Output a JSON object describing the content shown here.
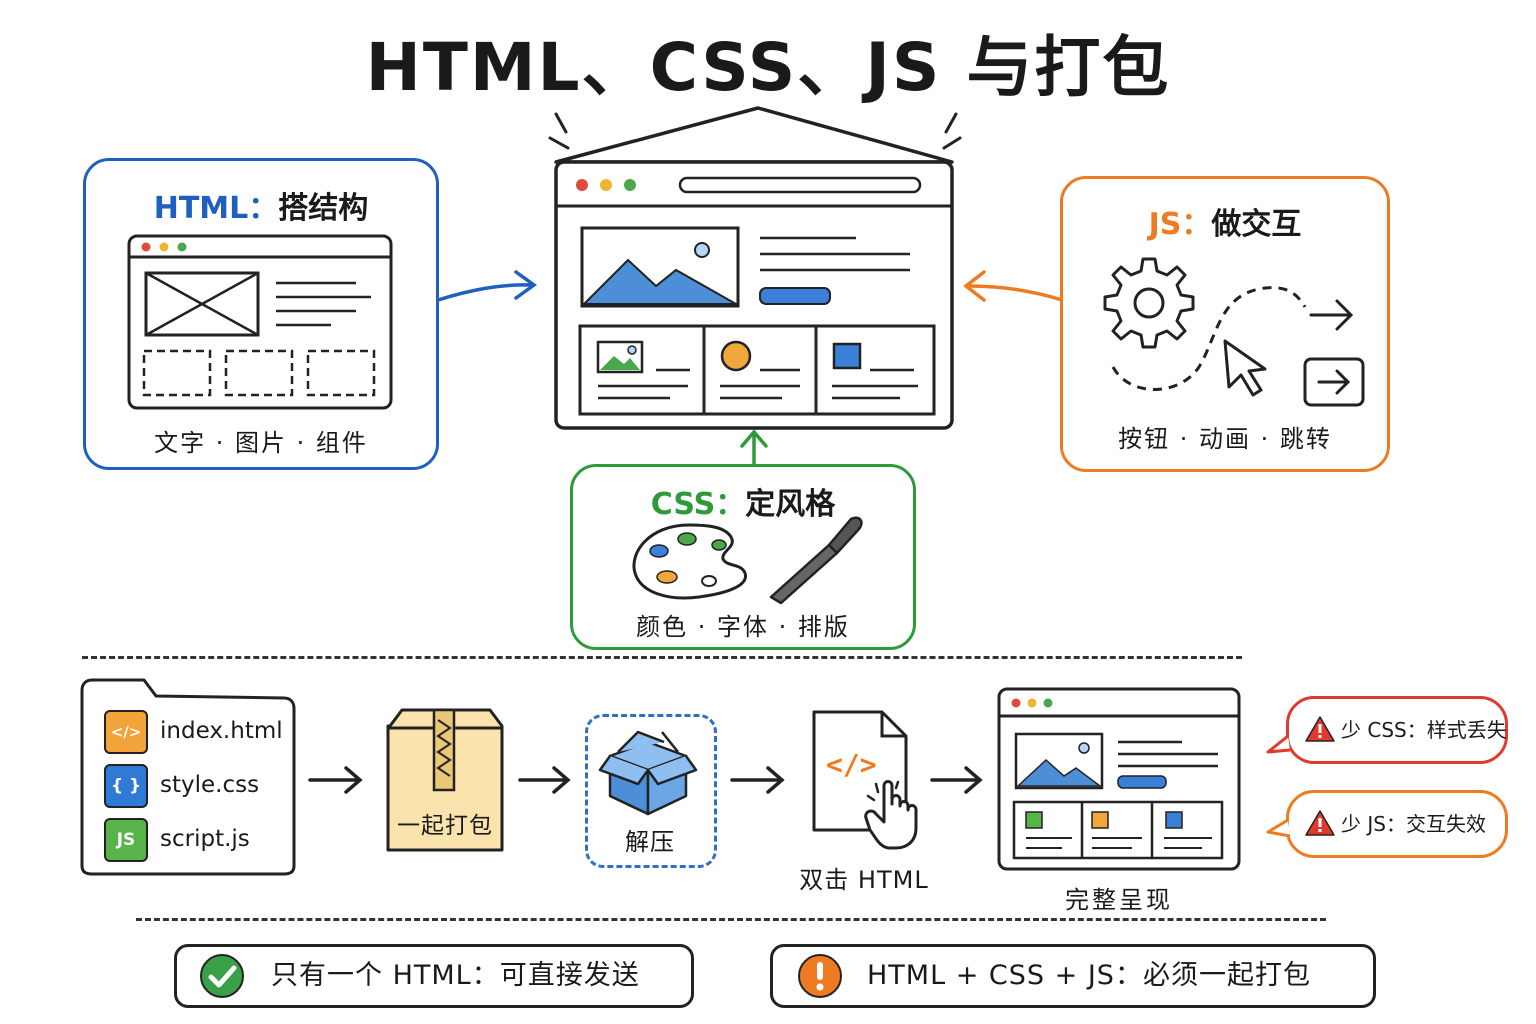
{
  "title": "HTML、CSS、JS 与打包",
  "html_panel": {
    "tag": "HTML",
    "sep": "：",
    "desc": "搭结构",
    "footer": "文字 · 图片 · 组件"
  },
  "js_panel": {
    "tag": "JS",
    "sep": "：",
    "desc": "做交互",
    "footer": "按钮 · 动画 · 跳转"
  },
  "css_panel": {
    "tag": "CSS",
    "sep": "：",
    "desc": "定风格",
    "footer": "颜色 · 字体 · 排版"
  },
  "files": [
    {
      "name": "index.html",
      "icon": "</>",
      "color": "#f2a33a"
    },
    {
      "name": "style.css",
      "icon": "{ }",
      "color": "#2f7ad6"
    },
    {
      "name": "script.js",
      "icon": "JS",
      "color": "#58b34a"
    }
  ],
  "steps": {
    "pack": "一起打包",
    "unzip": "解压",
    "double_click": "双击 HTML",
    "complete": "完整呈现"
  },
  "warnings": [
    {
      "text": "少 CSS：样式丢失"
    },
    {
      "text": "少 JS：交互失效"
    }
  ],
  "bottom": {
    "ok": "只有一个 HTML：可直接发送",
    "must": "HTML + CSS + JS：必须一起打包"
  },
  "colors": {
    "html": "#1f5fbf",
    "css": "#2f9a3a",
    "js": "#ee7a22",
    "warn": "#e03a2f",
    "ok": "#2f9a3a",
    "must": "#ee7a22"
  }
}
